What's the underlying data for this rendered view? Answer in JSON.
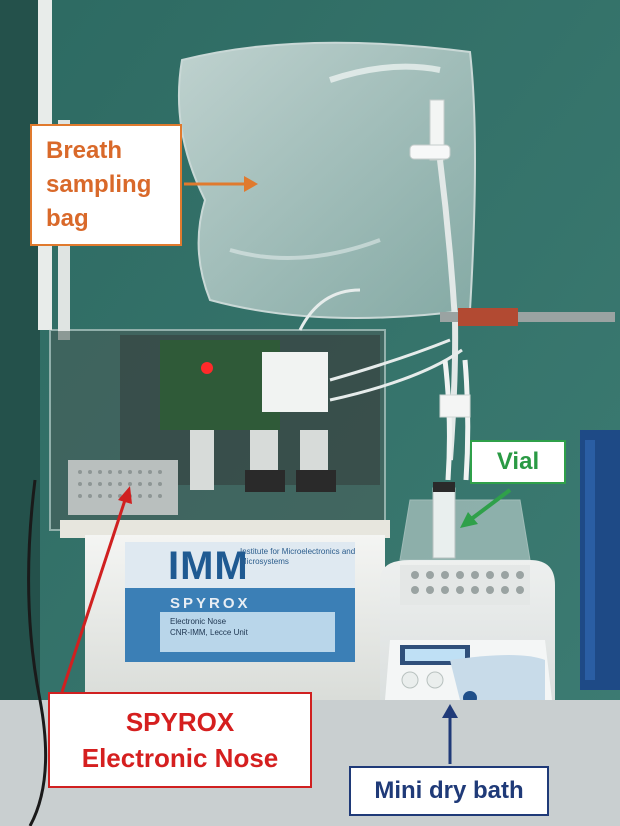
{
  "callouts": {
    "bag": {
      "line1": "Breath",
      "line2": "sampling",
      "line3": "bag",
      "color": "#d9692a"
    },
    "vial": {
      "label": "Vial",
      "color": "#2a9a44"
    },
    "nose": {
      "line1": "SPYROX",
      "line2": "Electronic Nose",
      "color": "#d51f1f"
    },
    "bath": {
      "label": "Mini dry bath",
      "color": "#1f3a78"
    }
  },
  "device": {
    "brand": "IMM",
    "brand_sub": "Institute for Microelectronics and Microsystems",
    "product": "SPYROX",
    "product_sub1": "Electronic Nose",
    "product_sub2": "CNR-IMM, Lecce Unit"
  },
  "colors": {
    "wall": "#2f6b63",
    "bench": "#c9cfd0"
  }
}
